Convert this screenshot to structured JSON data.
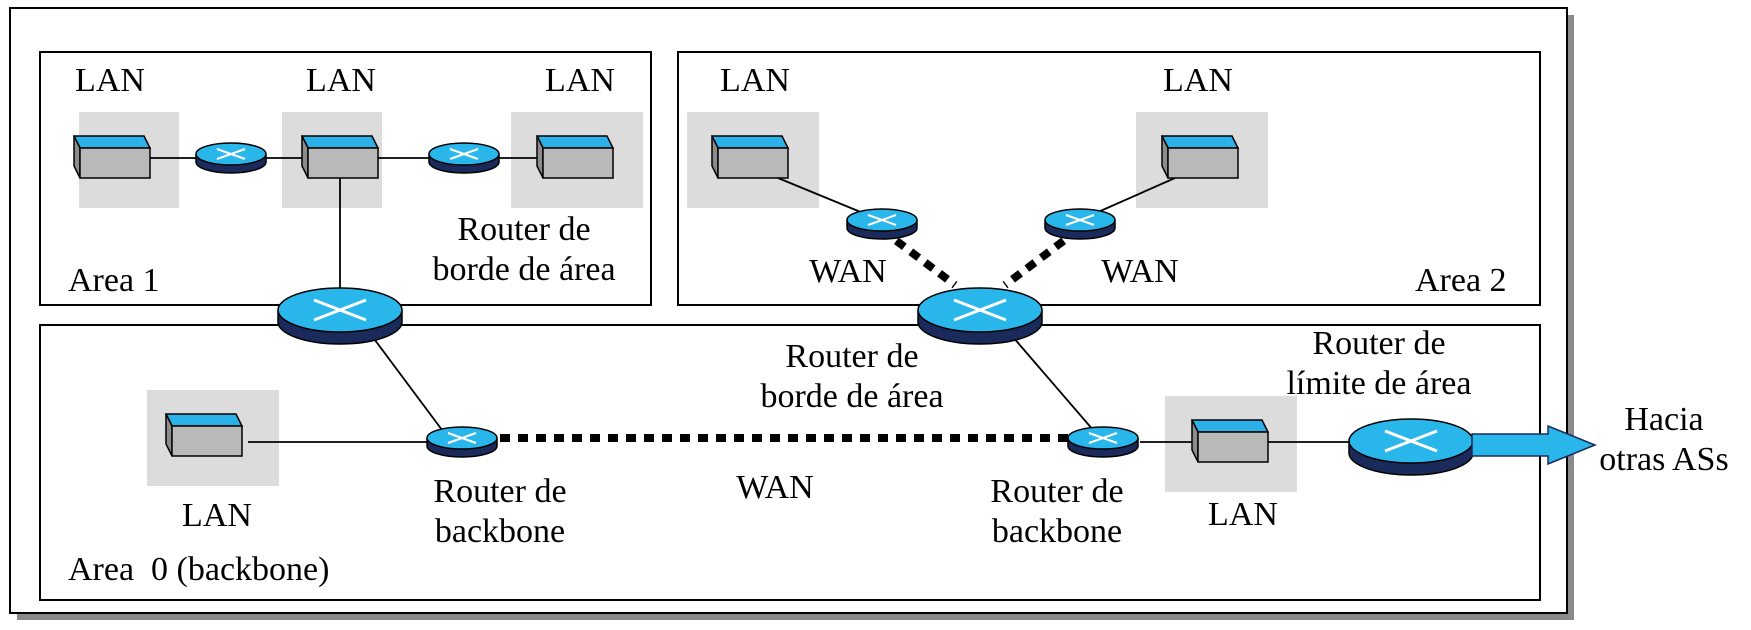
{
  "areas": {
    "area1": {
      "name": "Area 1",
      "lans": [
        "LAN",
        "LAN",
        "LAN"
      ],
      "router_label": [
        "Router de",
        "borde de área"
      ]
    },
    "area2": {
      "name": "Area 2",
      "lans": [
        "LAN",
        "LAN"
      ],
      "wan_labels": [
        "WAN",
        "WAN"
      ]
    },
    "area0": {
      "name": "Area  0 (backbone)",
      "lan_left": "LAN",
      "lan_right": "LAN",
      "wan_label": "WAN",
      "center_router_label": [
        "Router de",
        "borde de área"
      ],
      "backbone_router_left": [
        "Router de",
        "backbone"
      ],
      "backbone_router_right": [
        "Router de",
        "backbone"
      ],
      "as_boundary_router": [
        "Router de",
        "límite de área"
      ]
    }
  },
  "external": [
    "Hacia",
    "otras ASs"
  ],
  "colors": {
    "router_top": "#29b6ea",
    "router_side": "#1a2a5a",
    "lan_background": "#dcdcdc",
    "device_top": "#2bb0e8",
    "device_body": "#b9b9b9",
    "arrow": "#29b6ea",
    "frame_shadow": "#8a8a8a"
  },
  "icons": {
    "router": "router-icon",
    "lan_device": "switch-icon",
    "arrow": "arrow-right-icon"
  }
}
